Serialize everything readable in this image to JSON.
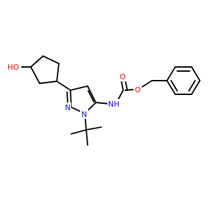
{
  "molecule": {
    "atom_labels": {
      "hydroxyl": "HO",
      "pyrazole_n1": "N",
      "pyrazole_n2": "N",
      "amide_nh": "NH",
      "carbonyl_o": "O",
      "ester_o": "O"
    },
    "colors": {
      "bond": "#000000",
      "oxygen": "#ff0000",
      "nitrogen": "#0000ff"
    }
  }
}
